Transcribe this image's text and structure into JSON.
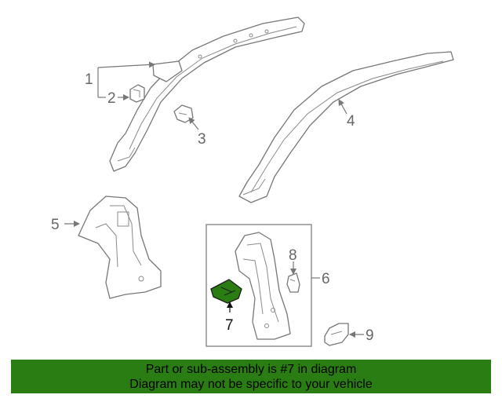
{
  "callouts": {
    "c1": "1",
    "c2": "2",
    "c3": "3",
    "c4": "4",
    "c5": "5",
    "c6": "6",
    "c7": "7",
    "c8": "8",
    "c9": "9"
  },
  "banner": {
    "line1": "Part or sub-assembly is #7 in diagram",
    "line2": "Diagram may not be specific to your vehicle"
  },
  "colors": {
    "highlight": "#2a7d12",
    "line": "#777777"
  }
}
